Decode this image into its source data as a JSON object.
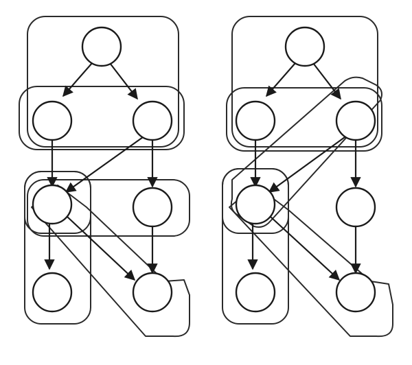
{
  "figure": {
    "description_visible_text": "",
    "panels": [
      {
        "id": "left",
        "nodes": [
          "top",
          "mid-left",
          "mid-right",
          "low-left",
          "low-right",
          "bottom-left",
          "bottom-right"
        ],
        "edges": [
          [
            "top",
            "mid-left"
          ],
          [
            "top",
            "mid-right"
          ],
          [
            "mid-left",
            "low-left"
          ],
          [
            "mid-right",
            "low-left"
          ],
          [
            "mid-right",
            "low-right"
          ],
          [
            "low-left",
            "bottom-left"
          ],
          [
            "low-left",
            "bottom-right"
          ],
          [
            "low-right",
            "bottom-right"
          ]
        ],
        "regions": [
          "top-column-cluster",
          "middle-row-cluster",
          "low-left-cluster",
          "low-row-cluster",
          "left-column-cluster",
          "diagonal-cluster"
        ]
      },
      {
        "id": "right",
        "nodes": [
          "top",
          "mid-left",
          "mid-right",
          "low-left",
          "low-right",
          "bottom-left",
          "bottom-right"
        ],
        "edges": [
          [
            "top",
            "mid-left"
          ],
          [
            "top",
            "mid-right"
          ],
          [
            "mid-left",
            "low-left"
          ],
          [
            "mid-right",
            "low-left"
          ],
          [
            "mid-right",
            "low-right"
          ],
          [
            "low-left",
            "bottom-left"
          ],
          [
            "low-left",
            "bottom-right"
          ],
          [
            "low-right",
            "bottom-right"
          ]
        ],
        "regions": [
          "top-column-cluster",
          "middle-row-cluster",
          "diagonal-band-cluster",
          "low-left-cluster",
          "left-column-cluster",
          "diagonal-cluster"
        ]
      }
    ],
    "colors": {
      "stroke": "#1a1a1a",
      "background": "#ffffff"
    }
  }
}
